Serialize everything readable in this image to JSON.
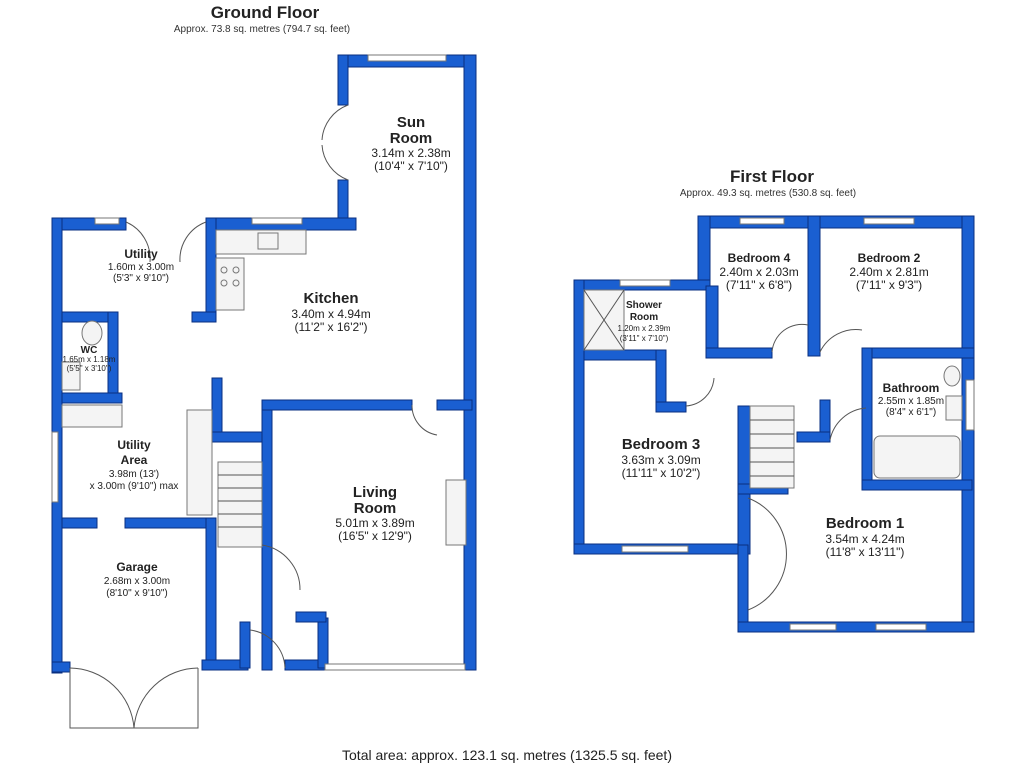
{
  "ground_floor": {
    "title": "Ground Floor",
    "area": "Approx. 73.8 sq. metres (794.7 sq. feet)",
    "rooms": {
      "sun_room": {
        "name_1": "Sun",
        "name_2": "Room",
        "dim_m": "3.14m x 2.38m",
        "dim_ft": "(10'4\" x 7'10\")"
      },
      "utility": {
        "name": "Utility",
        "dim_m": "1.60m x 3.00m",
        "dim_ft": "(5'3\" x 9'10\")"
      },
      "kitchen": {
        "name": "Kitchen",
        "dim_m": "3.40m x 4.94m",
        "dim_ft": "(11'2\" x 16'2\")"
      },
      "wc": {
        "name": "WC",
        "dim_m": "1.65m x 1.18m",
        "dim_ft": "(5'5\" x 3'10\")"
      },
      "utility_area": {
        "name_1": "Utility",
        "name_2": "Area",
        "dim_m": "3.98m (13')",
        "dim_ft": "x 3.00m (9'10\") max"
      },
      "living_room": {
        "name_1": "Living",
        "name_2": "Room",
        "dim_m": "5.01m x 3.89m",
        "dim_ft": "(16'5\" x 12'9\")"
      },
      "garage": {
        "name": "Garage",
        "dim_m": "2.68m x 3.00m",
        "dim_ft": "(8'10\" x 9'10\")"
      }
    }
  },
  "first_floor": {
    "title": "First Floor",
    "area": "Approx. 49.3 sq. metres (530.8 sq. feet)",
    "rooms": {
      "bedroom_4": {
        "name": "Bedroom 4",
        "dim_m": "2.40m x 2.03m",
        "dim_ft": "(7'11\" x 6'8\")"
      },
      "bedroom_2": {
        "name": "Bedroom 2",
        "dim_m": "2.40m x 2.81m",
        "dim_ft": "(7'11\" x 9'3\")"
      },
      "shower_room": {
        "name_1": "Shower",
        "name_2": "Room",
        "dim_m": "1.20m x 2.39m",
        "dim_ft": "(3'11\" x 7'10\")"
      },
      "bathroom": {
        "name": "Bathroom",
        "dim_m": "2.55m x 1.85m",
        "dim_ft": "(8'4\" x 6'1\")"
      },
      "bedroom_3": {
        "name": "Bedroom 3",
        "dim_m": "3.63m x 3.09m",
        "dim_ft": "(11'11\" x 10'2\")"
      },
      "bedroom_1": {
        "name": "Bedroom 1",
        "dim_m": "3.54m x 4.24m",
        "dim_ft": "(11'8\" x 13'11\")"
      }
    }
  },
  "total_area": "Total area: approx. 123.1 sq. metres (1325.5 sq. feet)",
  "colors": {
    "wall": "#1a5fd1",
    "wall_edge": "#0a2f80",
    "background": "#ffffff"
  }
}
